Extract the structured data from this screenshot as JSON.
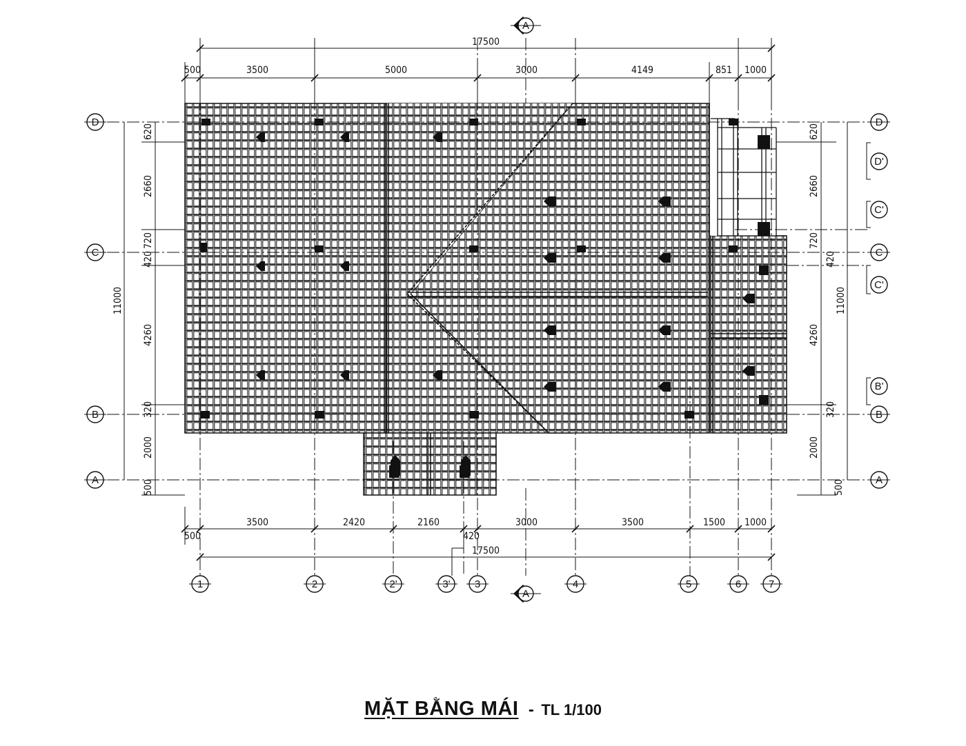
{
  "title": "MẶT BẰNG MÁI",
  "title_separator": "-",
  "scale": "TL 1/100",
  "grid_axes": {
    "columns": [
      "1",
      "2",
      "2'",
      "3'",
      "3",
      "4",
      "5",
      "6",
      "7"
    ],
    "rows_left": [
      "D",
      "C",
      "B",
      "A"
    ],
    "rows_right": [
      "D",
      "D'",
      "C'",
      "C",
      "C'",
      "B'",
      "B",
      "A"
    ],
    "section_marker": "A"
  },
  "dimensions": {
    "top_total": "17500",
    "top_segments": [
      "500",
      "3500",
      "5000",
      "3000",
      "4149",
      "851",
      "1000"
    ],
    "bottom_segments": [
      "500",
      "3500",
      "2420",
      "2160",
      "420",
      "3000",
      "3500",
      "1500",
      "1000"
    ],
    "bottom_total": "17500",
    "left_segments": [
      "620",
      "2660",
      "720",
      "420",
      "4260",
      "320",
      "2000",
      "500"
    ],
    "left_total": "11000",
    "right_segments": [
      "620",
      "2660",
      "720",
      "420",
      "4260",
      "320",
      "2000",
      "500"
    ],
    "right_total": "11000"
  },
  "colors": {
    "line": "#111111",
    "background": "#ffffff"
  }
}
